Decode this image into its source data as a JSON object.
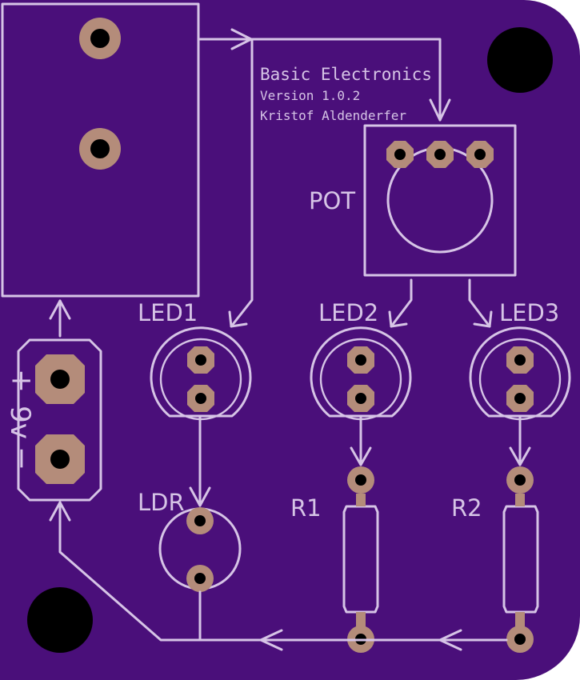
{
  "board": {
    "colors": {
      "substrate": "#4a0f7a",
      "silkscreen": "#d6c4e6",
      "pad_copper": "#b48c7a",
      "drill_hole": "#000000"
    },
    "info": {
      "title": "Basic Electronics",
      "version": "Version 1.0.2",
      "author": "Kristof Aldenderfer"
    },
    "labels": {
      "pot": "POT",
      "led1": "LED1",
      "led2": "LED2",
      "led3": "LED3",
      "ldr": "LDR",
      "r1": "R1",
      "r2": "R2",
      "battery_voltage": "9v",
      "battery_plus": "+",
      "battery_minus": "−"
    }
  }
}
